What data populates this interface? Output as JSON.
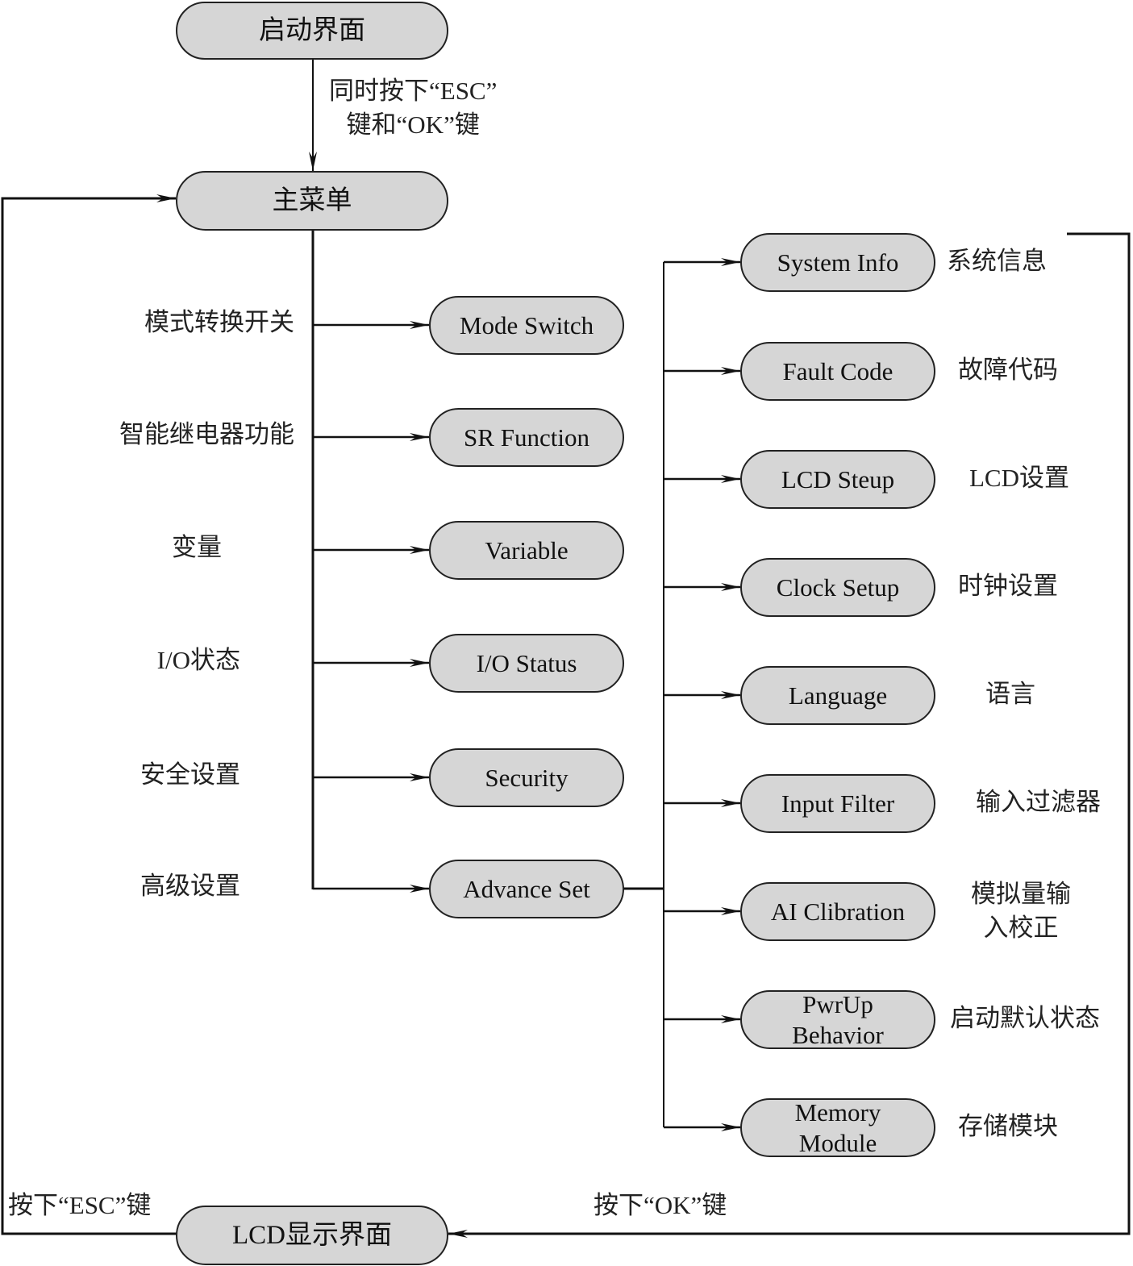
{
  "nodes": {
    "startup": "启动界面",
    "main_menu": "主菜单",
    "lcd_display": "LCD显示界面"
  },
  "edge_labels": {
    "startup_to_main": [
      "同时按下“ESC”",
      "键和“OK”键"
    ],
    "press_esc": "按下“ESC”键",
    "press_ok": "按下“OK”键"
  },
  "main_menu_items": [
    {
      "label": "Mode Switch",
      "cn": "模式转换开关"
    },
    {
      "label": "SR Function",
      "cn": "智能继电器功能"
    },
    {
      "label": "Variable",
      "cn": "变量"
    },
    {
      "label": "I/O Status",
      "cn": "I/O状态"
    },
    {
      "label": "Security",
      "cn": "安全设置"
    },
    {
      "label": "Advance Set",
      "cn": "高级设置"
    }
  ],
  "advance_items": [
    {
      "label": "System Info",
      "cn": [
        "系统信息"
      ]
    },
    {
      "label": "Fault Code",
      "cn": [
        "故障代码"
      ]
    },
    {
      "label": "LCD Steup",
      "cn": [
        "LCD设置"
      ]
    },
    {
      "label": "Clock Setup",
      "cn": [
        "时钟设置"
      ]
    },
    {
      "label": "Language",
      "cn": [
        "语言"
      ]
    },
    {
      "label": "Input Filter",
      "cn": [
        "输入过滤器"
      ]
    },
    {
      "label": "AI Clibration",
      "cn": [
        "模拟量输",
        "入校正"
      ]
    },
    {
      "label": "PwrUp Behavior",
      "lines": [
        "PwrUp",
        "Behavior"
      ],
      "cn": [
        "启动默认状态"
      ]
    },
    {
      "label": "Memory Module",
      "lines": [
        "Memory",
        "Module"
      ],
      "cn": [
        "存储模块"
      ]
    }
  ]
}
